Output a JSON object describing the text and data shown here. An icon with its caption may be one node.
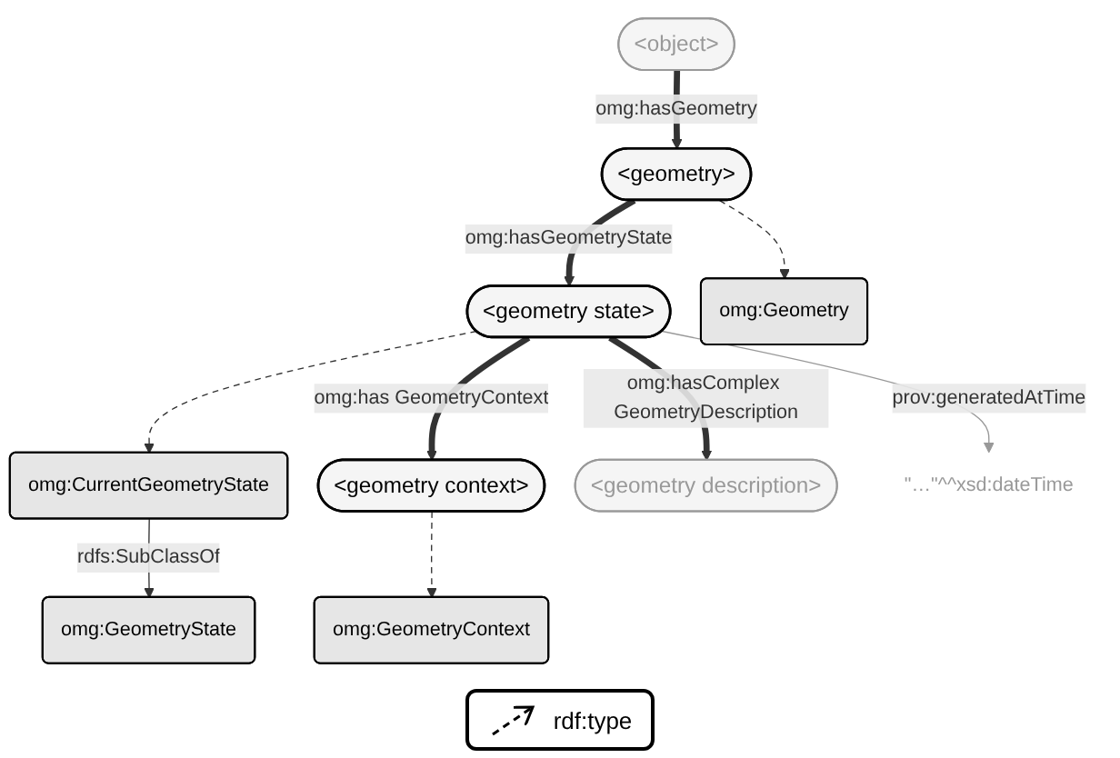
{
  "diagram": {
    "nodes": [
      {
        "text": [
          "<object>"
        ]
      },
      {
        "text": [
          "omg:GeometryContext"
        ]
      },
      {
        "text": [
          "<geometry context>"
        ]
      },
      {
        "text": [
          "omg:CurrentGeometryState"
        ]
      },
      {
        "text": [
          "omg:GeometryState"
        ]
      },
      {
        "text": [
          "<geometry>"
        ]
      },
      {
        "text": [
          "<geometry state>"
        ]
      },
      {
        "text": [
          "omg:Geometry"
        ]
      },
      {
        "text": [
          "<geometry description>"
        ]
      },
      {
        "text": [
          "\"…\"^^xsd:dateTime"
        ]
      }
    ],
    "edges": [
      {
        "from": 0,
        "to": 5,
        "arrow": "to",
        "label": "omg:hasGeometry",
        "style": "thick"
      },
      {
        "from": 2,
        "to": 1,
        "arrow": "to",
        "style": "dashed"
      },
      {
        "from": 3,
        "to": 4,
        "arrow": "to",
        "label": "rdfs:SubClassOf"
      },
      {
        "from": 6,
        "to": 3,
        "arrow": "to",
        "style": "dashed"
      },
      {
        "from": 6,
        "to": 2,
        "arrow": "to",
        "label": "omg:has GeometryContext",
        "style": "thick"
      },
      {
        "from": 5,
        "to": 6,
        "arrow": "to",
        "label": "omg:hasGeometryState",
        "style": "thick"
      },
      {
        "from": 5,
        "to": 7,
        "arrow": "to",
        "style": "dashed"
      },
      {
        "from": 6,
        "to": 8,
        "arrow": "to",
        "label": "omg:hasComplex GeometryDescription",
        "style": "thick"
      },
      {
        "from": 6,
        "to": 9,
        "arrow": "to",
        "label": "prov:generatedAtTime",
        "color": "#999999"
      }
    ],
    "legend": [
      {
        "text": "rdf:type"
      }
    ]
  }
}
